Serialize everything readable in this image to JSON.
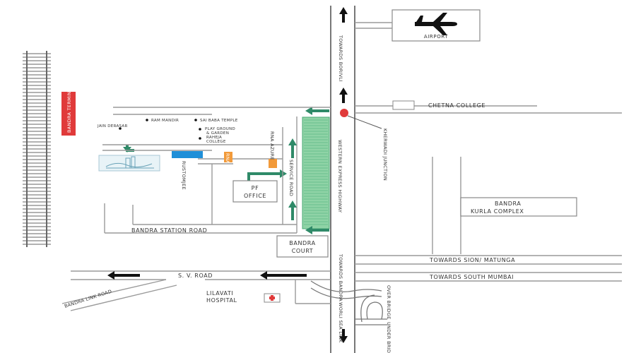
{
  "colors": {
    "green_arrow": "#2f8a68",
    "green_strip": "#8fd3a6",
    "red_marker": "#e03a3a",
    "blue_block": "#1f8fd8",
    "orange_block": "#f29a3a",
    "hospital_red": "#e03a3a"
  },
  "icons": {
    "airport": "airplane-icon",
    "hospital": "red-cross-icon",
    "junction": "red-dot-marker",
    "destination": "building-logo-icon"
  },
  "labels": {
    "airport": "AIRPORT",
    "towards_borivli": "TOWARDS BORIVLI",
    "chetna_college": "CHETNA COLLEGE",
    "kherwadi_junction": "KHERWADI JUNCTION",
    "western_express_highway": "WESTERN EXPRESS HIGHWAY",
    "service_road": "SERVICE ROAD",
    "bandra_terminus": "BANDRA TERMINUS",
    "ram_mandir": "RAM MANDIR",
    "sai_baba_temple": "SAI BABA TEMPLE",
    "jain_derasar": "JAIN DERASAR",
    "play_ground": "PLAY GROUND",
    "and_garden": "& GARDEN",
    "raheja": "RAHEJA",
    "college": "COLLEGE",
    "rna_azure": "RNA AZURE",
    "rna": "RNA",
    "rustomjee": "RUSTOMJEE",
    "pf": "PF",
    "office": "OFFICE",
    "bandra": "BANDRA",
    "kurla_complex": "KURLA COMPLEX",
    "bandra_station_road": "BANDRA STATION ROAD",
    "court": "COURT",
    "towards_sion_matunga": "TOWARDS SION/ MATUNGA",
    "towards_south_mumbai": "TOWARDS SOUTH MUMBAI",
    "towards_bandra": "TOWARDS BANDRA",
    "sv_road": "S. V. ROAD",
    "bandra_link_road": "BANDRA LINK ROAD",
    "lilavati": "LILAVATI",
    "hospital": "HOSPITAL",
    "worli_sea_link": "WORLI SEA LINK",
    "over_bridge": "OVER BRIDGE",
    "under_bridge": "UNDER BRIDGE"
  }
}
